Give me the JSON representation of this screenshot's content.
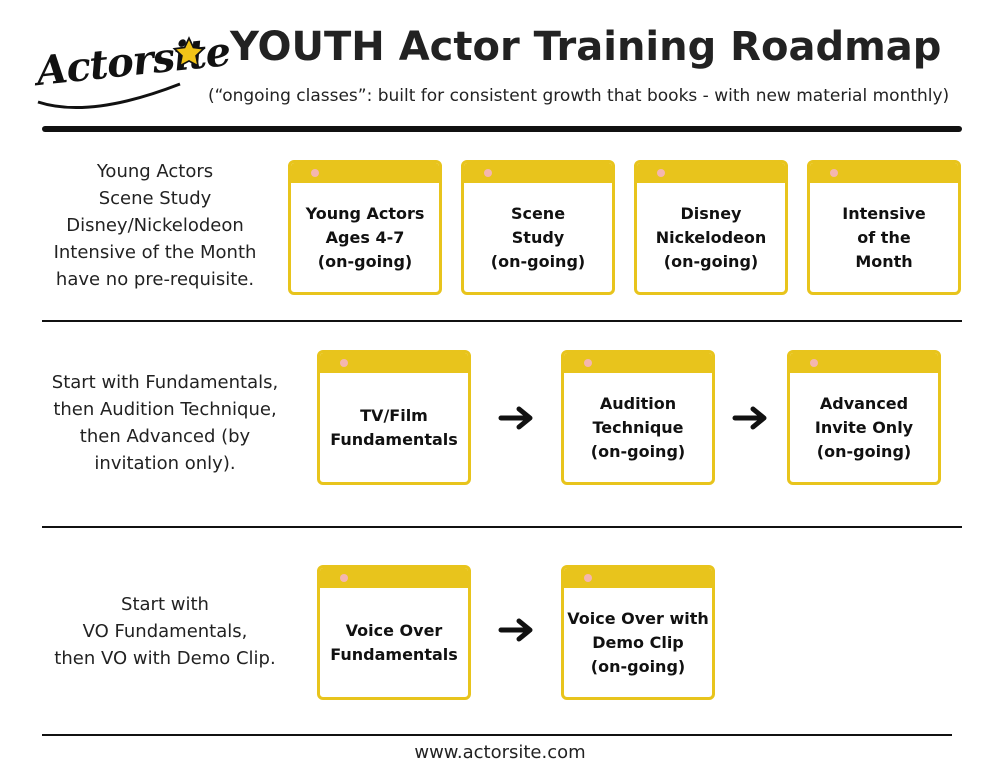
{
  "logo": {
    "text": "Actorsite"
  },
  "header": {
    "title": "YOUTH Actor Training Roadmap",
    "subtitle": "(“ongoing classes”: built for consistent growth that books - with new material monthly)"
  },
  "sections": [
    {
      "description": "Young Actors\nScene Study\nDisney/Nickelodeon\nIntensive of the Month\nhave no pre-requisite.",
      "cards": [
        "Young Actors\nAges 4-7\n(on-going)",
        "Scene\nStudy\n(on-going)",
        "Disney\nNickelodeon\n(on-going)",
        "Intensive\nof the\nMonth"
      ]
    },
    {
      "description": "Start with Fundamentals,\nthen Audition Technique,\nthen Advanced (by\ninvitation only).",
      "cards": [
        "TV/Film\nFundamentals",
        "Audition\nTechnique\n(on-going)",
        "Advanced\nInvite Only\n(on-going)"
      ]
    },
    {
      "description": "Start with\nVO Fundamentals,\nthen VO with Demo Clip.",
      "cards": [
        "Voice Over\nFundamentals",
        "Voice Over with\nDemo Clip\n(on-going)"
      ]
    }
  ],
  "footer": {
    "url": "www.actorsite.com"
  },
  "colors": {
    "accent": "#e8c41c",
    "dot": "#f4b6b0",
    "ink": "#111111"
  },
  "icons": {
    "arrow": "right-arrow-icon",
    "star": "star-icon"
  }
}
